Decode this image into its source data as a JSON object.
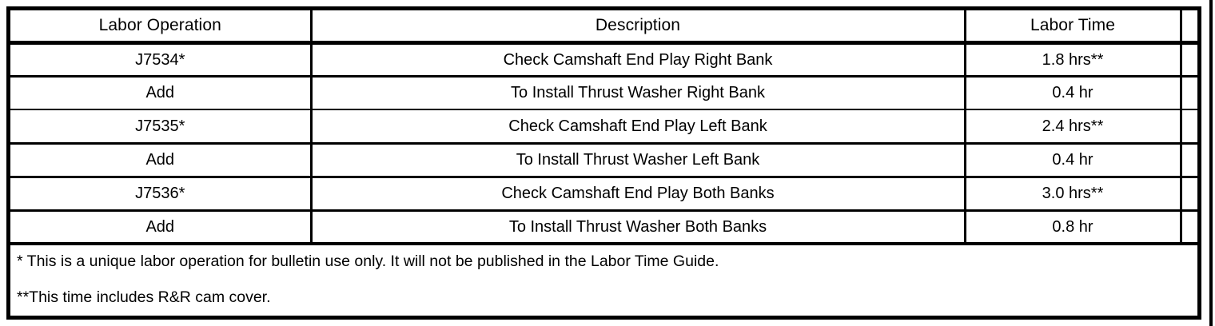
{
  "table": {
    "columns": [
      {
        "key": "labor_operation",
        "header": "Labor Operation"
      },
      {
        "key": "description",
        "header": "Description"
      },
      {
        "key": "labor_time",
        "header": "Labor Time"
      },
      {
        "key": "spacer",
        "header": ""
      }
    ],
    "rows": [
      {
        "labor_operation": "J7534*",
        "description": "Check Camshaft End Play Right Bank",
        "labor_time": "1.8 hrs**"
      },
      {
        "labor_operation": "Add",
        "description": "To Install Thrust Washer Right Bank",
        "labor_time": "0.4 hr"
      },
      {
        "labor_operation": "J7535*",
        "description": "Check Camshaft End Play Left Bank",
        "labor_time": "2.4 hrs**"
      },
      {
        "labor_operation": "Add",
        "description": "To Install Thrust Washer Left Bank",
        "labor_time": "0.4 hr"
      },
      {
        "labor_operation": "J7536*",
        "description": "Check Camshaft End Play Both Banks",
        "labor_time": "3.0 hrs**"
      },
      {
        "labor_operation": "Add",
        "description": "To Install Thrust Washer Both Banks",
        "labor_time": "0.8 hr"
      }
    ],
    "footnotes": {
      "line1": "* This is a unique labor operation for bulletin use only. It will not be published in the Labor Time Guide.",
      "line2": "**This time includes R&R cam cover."
    }
  },
  "colors": {
    "border": "#000000",
    "background": "#ffffff",
    "text": "#000000"
  }
}
